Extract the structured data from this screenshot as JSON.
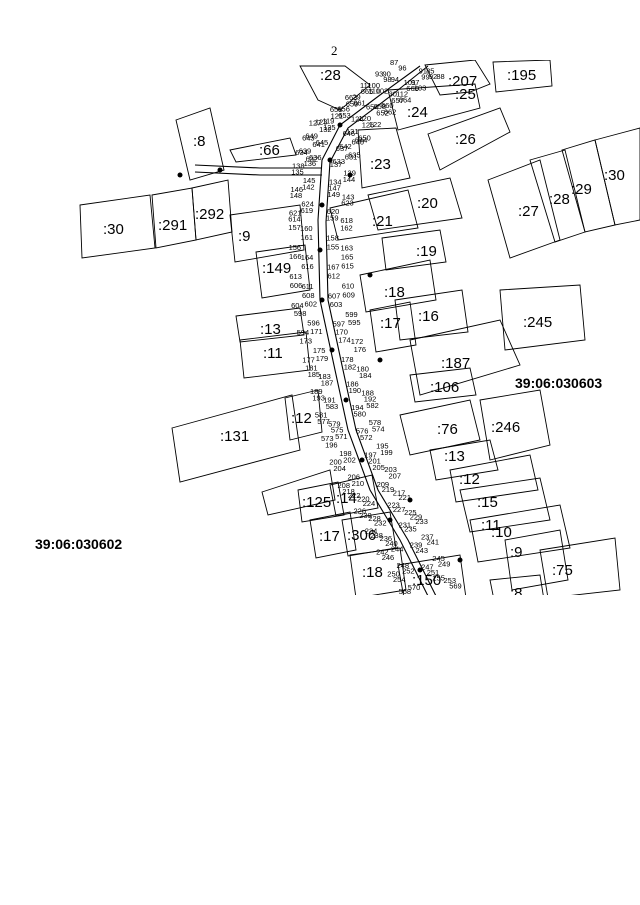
{
  "page_number": "2",
  "quarter_labels": [
    "39:06:030603",
    "39:06:030602"
  ],
  "parcel_labels": [
    ":28",
    ":207",
    ":195",
    ":25",
    ":24",
    ":26",
    ":8",
    ":66",
    ":23",
    ":30",
    ":291",
    ":292",
    ":9",
    ":21",
    ":20",
    ":27",
    ":28",
    ":29",
    ":30",
    ":149",
    ":19",
    ":18",
    ":16",
    ":245",
    ":13",
    ":11",
    ":17",
    ":187",
    ":106",
    ":131",
    ":12",
    ":76",
    ":246",
    ":13",
    ":12",
    ":15",
    ":125",
    ":14",
    ":11",
    ":17",
    ":306",
    ":10",
    ":9",
    ":75",
    ":18",
    ":150",
    ":8"
  ],
  "vertex_labels": [
    "87",
    "85",
    "96",
    "88",
    "90",
    "91",
    "94",
    "92",
    "93",
    "97",
    "98",
    "99",
    "100",
    "101",
    "102",
    "103",
    "111",
    "112",
    "110",
    "666",
    "29",
    "30",
    "665",
    "664",
    "663",
    "660",
    "661",
    "657",
    "656",
    "658",
    "659",
    "662",
    "655",
    "654",
    "653",
    "652",
    "119",
    "120",
    "121",
    "122",
    "123",
    "124",
    "125",
    "126",
    "127",
    "131",
    "132",
    "650",
    "649",
    "646",
    "645",
    "644",
    "643",
    "642",
    "641",
    "640",
    "639",
    "637",
    "636",
    "635",
    "634",
    "633",
    "632",
    "631",
    "138",
    "137",
    "136",
    "139",
    "135",
    "134",
    "145",
    "144",
    "146",
    "147",
    "142",
    "143",
    "148",
    "149",
    "624",
    "623",
    "621",
    "620",
    "619",
    "618",
    "614",
    "159",
    "160",
    "162",
    "157",
    "158",
    "161",
    "163",
    "156",
    "155",
    "164",
    "165",
    "166",
    "167",
    "616",
    "615",
    "613",
    "612",
    "611",
    "610",
    "606",
    "607",
    "608",
    "609",
    "604",
    "603",
    "602",
    "599",
    "598",
    "597",
    "596",
    "595",
    "594",
    "170",
    "171",
    "172",
    "173",
    "174",
    "175",
    "176",
    "177",
    "178",
    "179",
    "180",
    "181",
    "182",
    "183",
    "184",
    "185",
    "186",
    "187",
    "188",
    "189",
    "190",
    "191",
    "192",
    "193",
    "194",
    "583",
    "582",
    "581",
    "580",
    "579",
    "578",
    "577",
    "576",
    "575",
    "574",
    "573",
    "572",
    "571",
    "195",
    "196",
    "197",
    "198",
    "199",
    "200",
    "201",
    "202",
    "203",
    "204",
    "205",
    "206",
    "207",
    "208",
    "209",
    "210",
    "217",
    "218",
    "219",
    "220",
    "221",
    "222",
    "223",
    "224",
    "225",
    "226",
    "227",
    "228",
    "229",
    "230",
    "231",
    "232",
    "233",
    "234",
    "235",
    "236",
    "237",
    "238",
    "239",
    "240",
    "241",
    "242",
    "243",
    "244",
    "245",
    "246",
    "247",
    "248",
    "249",
    "250",
    "251",
    "252",
    "253",
    "254",
    "255",
    "570",
    "569",
    "568"
  ]
}
